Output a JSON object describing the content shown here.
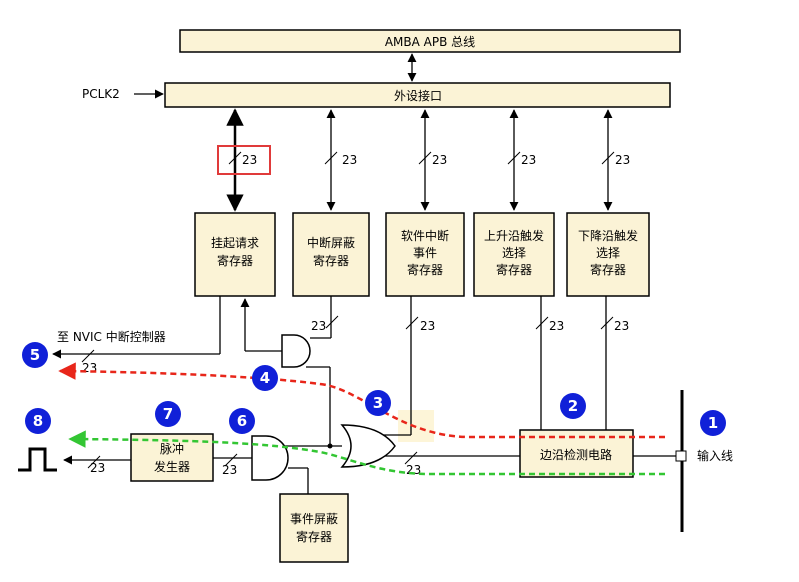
{
  "bus": {
    "top_label": "AMBA APB 总线",
    "interface_label": "外设接口",
    "clock_label": "PCLK2"
  },
  "registers": {
    "pending": [
      "挂起请求",
      "寄存器"
    ],
    "int_mask": [
      "中断屏蔽",
      "寄存器"
    ],
    "sw_int": [
      "软件中断",
      "事件",
      "寄存器"
    ],
    "rising": [
      "上升沿触发",
      "选择",
      "寄存器"
    ],
    "falling": [
      "下降沿触发",
      "选择",
      "寄存器"
    ],
    "evt_mask": [
      "事件屏蔽",
      "寄存器"
    ]
  },
  "blocks": {
    "edge_detect": "边沿检测电路",
    "pulse_gen": [
      "脉冲",
      "发生器"
    ],
    "nvic_label": "至 NVIC 中断控制器",
    "input_label": "输入线"
  },
  "bus_width": "23",
  "badges": [
    "1",
    "2",
    "3",
    "4",
    "5",
    "6",
    "7",
    "8"
  ],
  "colors": {
    "register_fill": "#fbf3d6",
    "badge": "#1020d8",
    "interrupt_path": "#e8261a",
    "event_path": "#33c633",
    "highlight": "#e03a3a"
  }
}
